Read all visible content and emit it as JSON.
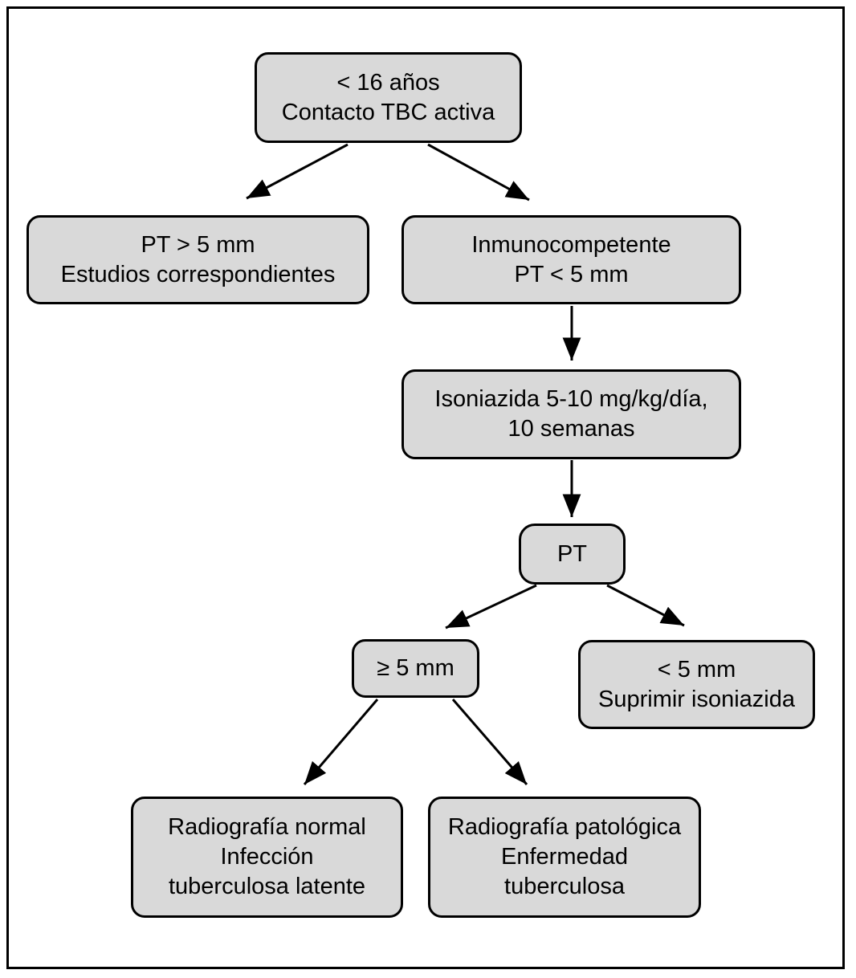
{
  "figure": {
    "type": "flowchart",
    "language": "es",
    "background_color": "#ffffff",
    "node_fill_color": "#d9d9d9",
    "node_border_color": "#000000",
    "arrow_color": "#000000"
  },
  "nodes": {
    "root": {
      "lines": [
        "< 16 años",
        "Contacto TBC activa"
      ]
    },
    "pt_gt5": {
      "lines": [
        "PT > 5 mm",
        "Estudios correspondientes"
      ]
    },
    "immuno": {
      "lines": [
        "Inmunocompetente",
        "PT < 5 mm"
      ]
    },
    "isoniazid": {
      "lines": [
        "Isoniazida 5-10 mg/kg/día,",
        "10 semanas"
      ]
    },
    "pt": {
      "lines": [
        "PT"
      ]
    },
    "ge5": {
      "lines": [
        "≥ 5 mm"
      ]
    },
    "lt5": {
      "lines": [
        "< 5 mm",
        "Suprimir isoniazida"
      ]
    },
    "rx_normal": {
      "lines": [
        "Radiografía normal",
        "Infección",
        "tuberculosa latente"
      ]
    },
    "rx_path": {
      "lines": [
        "Radiografía patológica",
        "Enfermedad",
        "tuberculosa"
      ]
    }
  },
  "edges": [
    {
      "from": "root",
      "to": "pt_gt5"
    },
    {
      "from": "root",
      "to": "immuno"
    },
    {
      "from": "immuno",
      "to": "isoniazid"
    },
    {
      "from": "isoniazid",
      "to": "pt"
    },
    {
      "from": "pt",
      "to": "ge5"
    },
    {
      "from": "pt",
      "to": "lt5"
    },
    {
      "from": "ge5",
      "to": "rx_normal"
    },
    {
      "from": "ge5",
      "to": "rx_path"
    }
  ]
}
